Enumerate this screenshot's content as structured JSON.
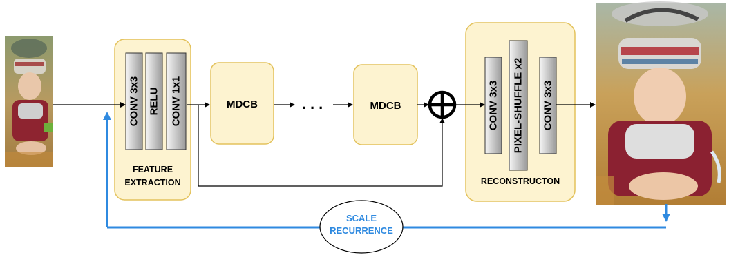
{
  "colors": {
    "block_fill": "#fdf3d0",
    "block_stroke": "#e3c25c",
    "layer_grad_light": "#f5f5f5",
    "layer_grad_dark": "#9a9a9a",
    "recurrence": "#2f8ae0",
    "line": "#000000"
  },
  "input_image": {
    "icon": "low-resolution-portrait-image"
  },
  "output_image": {
    "icon": "high-resolution-portrait-image"
  },
  "feature_extraction": {
    "label_line1": "FEATURE",
    "label_line2": "EXTRACTION",
    "layers": [
      "CONV 3x3",
      "RELU",
      "CONV 1x1"
    ]
  },
  "mdcb_first": {
    "label": "MDCB"
  },
  "ellipsis": {
    "label": ". . ."
  },
  "mdcb_last": {
    "label": "MDCB"
  },
  "sum_node": {
    "icon": "circle-plus-icon"
  },
  "reconstruction": {
    "label": "RECONSTRUCTON",
    "layers": [
      "CONV 3x3",
      "PIXEL-SHUFFLE x2",
      "CONV 3x3"
    ]
  },
  "scale_recurrence": {
    "label_line1": "SCALE",
    "label_line2": "RECURRENCE"
  }
}
